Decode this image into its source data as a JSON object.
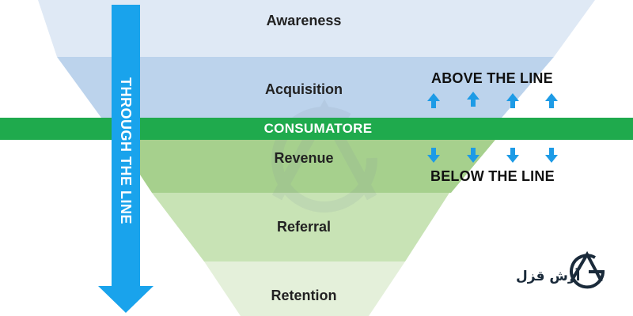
{
  "funnel": {
    "stages": [
      {
        "label": "Awareness"
      },
      {
        "label": "Acquisition"
      },
      {
        "label": "Revenue"
      },
      {
        "label": "Referral"
      },
      {
        "label": "Retention"
      }
    ],
    "divider_label": "CONSUMATORE",
    "above_label": "ABOVE THE LINE",
    "below_label": "BELOW THE LINE",
    "through_label": "THROUGH THE LINE"
  },
  "brand": {
    "name": "آرش قزل"
  },
  "colors": {
    "stage_awareness": "#dfe9f5",
    "stage_acquisition": "#bcd3ec",
    "stage_revenue": "#a6d08d",
    "stage_referral": "#c8e3b5",
    "stage_retention": "#e4f0da",
    "divider_band": "#1faa4d",
    "arrow_blue": "#1d9be6",
    "through_arrow": "#19a3ec"
  }
}
